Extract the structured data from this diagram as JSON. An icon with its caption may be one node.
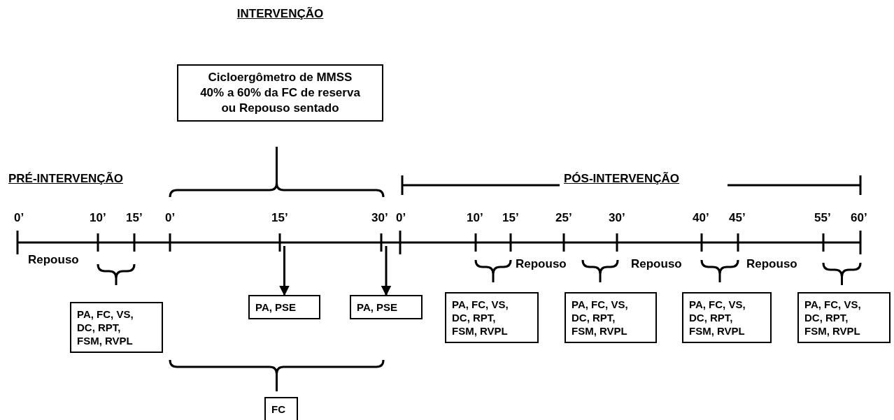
{
  "diagram": {
    "nodes": [
      {
        "text": [
          "INTERVENÇÃO",
          "Cicloergômetro de MMSS 40% a 60% da FC de reserva ou Repouso sentado"
        ]
      },
      {
        "text": [
          "PA, FC, VS, DC, RPT, FSM, RVPL"
        ]
      },
      {
        "text": [
          "PA, PSE"
        ]
      },
      {
        "text": [
          "PA, PSE"
        ]
      },
      {
        "text": [
          "FC"
        ]
      },
      {
        "text": [
          "PA, FC, VS, DC, RPT, FSM, RVPL"
        ]
      },
      {
        "text": [
          "PA, FC, VS, DC, RPT, FSM, RVPL"
        ]
      },
      {
        "text": [
          "PA, FC, VS, DC, RPT, FSM, RVPL"
        ]
      },
      {
        "text": [
          "PA, FC, VS, DC, RPT, FSM, RVPL"
        ]
      }
    ],
    "edges": [
      {
        "from": null,
        "to": 2,
        "arrow": "to"
      },
      {
        "from": null,
        "to": 3,
        "arrow": "to"
      }
    ],
    "labels": [
      "PRÉ-INTERVENÇÃO",
      "PÓS-INTERVENÇÃO",
      "0’",
      "10’",
      "15’",
      "0’",
      "15’",
      "30’",
      "0’",
      "10’",
      "15’",
      "25’",
      "30’",
      "40’",
      "45’",
      "55’",
      "60’",
      "Repouso",
      "Repouso",
      "Repouso",
      "Repouso"
    ]
  }
}
